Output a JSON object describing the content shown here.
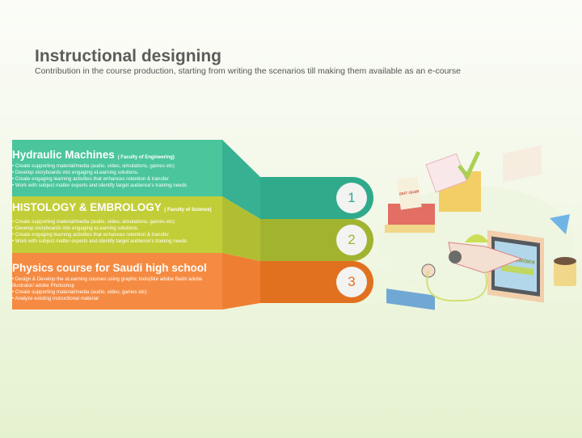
{
  "header": {
    "title": "Instructional designing",
    "subtitle": "Contribution in the course production, starting from writing the scenarios till making them available as an e-course"
  },
  "colors": {
    "teal": "#49c39c",
    "lime": "#c3cf38",
    "orange": "#f58a3c"
  },
  "sections": [
    {
      "number": "1",
      "title": "Hydraulic Machines",
      "faculty": "( Faculty of Engineering)",
      "items": [
        "• Create supporting material/media (audio, video, simulations, games etc)",
        "• Develop storyboards into engaging eLearning solutions.",
        "• Create engaging learning activities that enhances retention & transfer",
        "• Work with subject matter experts and identify target audience's training needs"
      ]
    },
    {
      "number": "2",
      "title": "HISTOLOGY & EMBROLOGY",
      "faculty": "( Faculty of Science)",
      "items": [
        "• Create supporting material/media (audio, video, simulations, games etc)",
        "• Develop storyboards into engaging eLearning solutions.",
        "• Create engaging learning activities that enhances retention & transfer",
        "• Work with subject matter experts and identify target audience's training needs"
      ]
    },
    {
      "number": "3",
      "title": "Physics course for Saudi high school",
      "faculty": "",
      "items": [
        "• Design & Develop the eLearning courses using graphic tools(like adobe flash/ adobe illustrator/ adobe Photoshop",
        "• Create supporting material/media (audio, video, games etc)",
        "• Analyze existing instructional material"
      ]
    }
  ],
  "illustration": {
    "book_note": "READ THIS",
    "screen_text": "KNOWLEDGE"
  }
}
